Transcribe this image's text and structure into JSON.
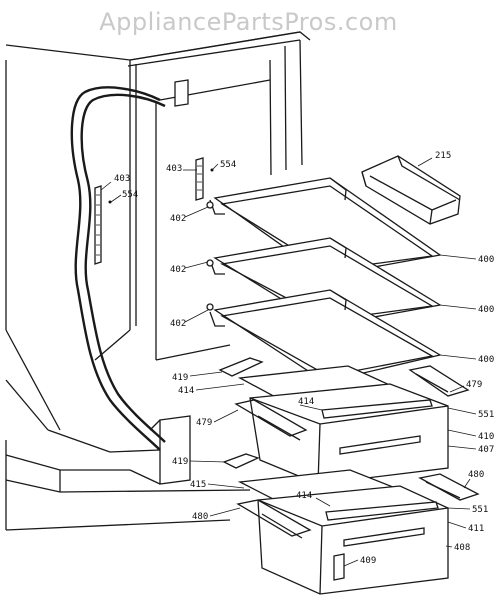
{
  "watermark": "AppliancePartsPros.com",
  "callouts": {
    "c403a": "403",
    "c554a": "554",
    "c403b": "403",
    "c554b": "554",
    "c215": "215",
    "c402a": "402",
    "c402b": "402",
    "c402c": "402",
    "c400a": "400",
    "c400b": "400",
    "c400c": "400",
    "c419a": "419",
    "c414a": "414",
    "c414b": "414",
    "c479a": "479",
    "c479b": "479",
    "c551a": "551",
    "c410": "410",
    "c407": "407",
    "c419b": "419",
    "c415": "415",
    "c414c": "414",
    "c480a": "480",
    "c480b": "480",
    "c551b": "551",
    "c411": "411",
    "c408": "408",
    "c409": "409"
  }
}
